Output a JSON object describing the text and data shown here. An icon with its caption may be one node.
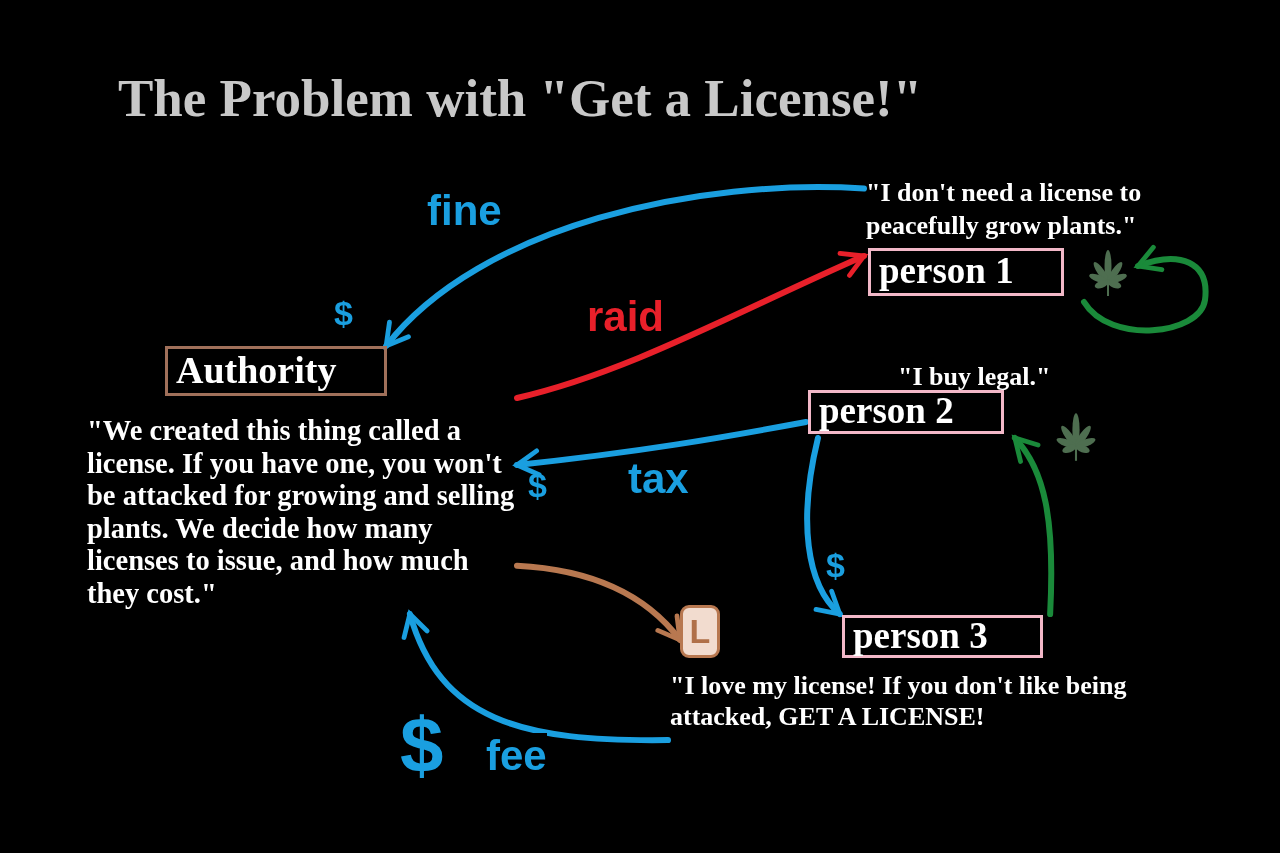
{
  "diagram": {
    "title": "The Problem with \"Get a License!\"",
    "nodes": [
      {
        "text": [
          "Authority",
          "\"We created this thing called a license. If you have one, you won't be attacked for growing and selling plants. We decide how many licenses to issue, and how much they cost.\""
        ]
      },
      {
        "text": [
          "\"I don't need a license to peacefully grow plants.\"",
          "person 1"
        ]
      },
      {
        "text": [],
        "shape": "leaf"
      },
      {
        "text": [
          "\"I buy legal.\"",
          "person 2"
        ]
      },
      {
        "text": [],
        "shape": "leaf"
      },
      {
        "text": [
          "person 3",
          "\"I love my license! If you don't like being attacked, GET A LICENSE!"
        ]
      },
      {
        "text": [
          "L"
        ]
      }
    ],
    "edges": [
      {
        "from": 1,
        "to": 0,
        "arrow": "to",
        "label": "fine"
      },
      {
        "from": 0,
        "to": 1,
        "arrow": "to",
        "label": "raid",
        "color": "#e8202a"
      },
      {
        "from": 2,
        "to": 2,
        "arrow": "to",
        "color": "#1a8a3a"
      },
      {
        "from": 3,
        "to": 0,
        "arrow": "to",
        "label": "tax"
      },
      {
        "from": 3,
        "to": 5,
        "arrow": "to"
      },
      {
        "from": 5,
        "to": 3,
        "arrow": "to",
        "color": "#1a8a3a"
      },
      {
        "from": 0,
        "to": 6,
        "arrow": "to",
        "color": "#b87850"
      },
      {
        "from": 5,
        "to": 0,
        "arrow": "to",
        "label": "fee"
      }
    ],
    "labels": [
      "$",
      "$",
      "$",
      "$"
    ]
  }
}
